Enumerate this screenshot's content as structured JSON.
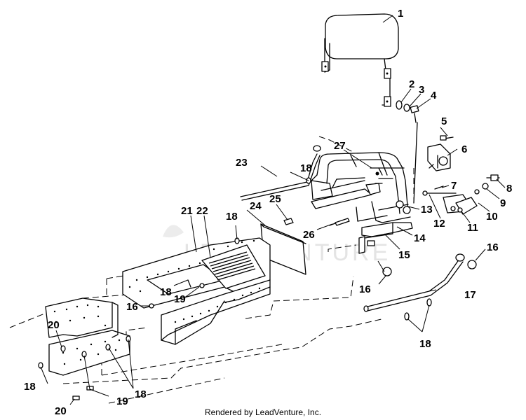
{
  "watermark": "LEADVENTURE",
  "footer": {
    "credit": "Rendered by LeadVenture, Inc."
  },
  "callouts": {
    "c1": "1",
    "c2": "2",
    "c3": "3",
    "c4": "4",
    "c5": "5",
    "c6": "6",
    "c7": "7",
    "c8": "8",
    "c9": "9",
    "c10": "10",
    "c11": "11",
    "c12": "12",
    "c13": "13",
    "c14": "14",
    "c15": "15",
    "c16": "16",
    "c17": "17",
    "c18": "18",
    "c19": "19",
    "c20": "20",
    "c21": "21",
    "c22": "22",
    "c23": "23",
    "c24": "24",
    "c25": "25",
    "c26": "26",
    "c27": "27"
  }
}
